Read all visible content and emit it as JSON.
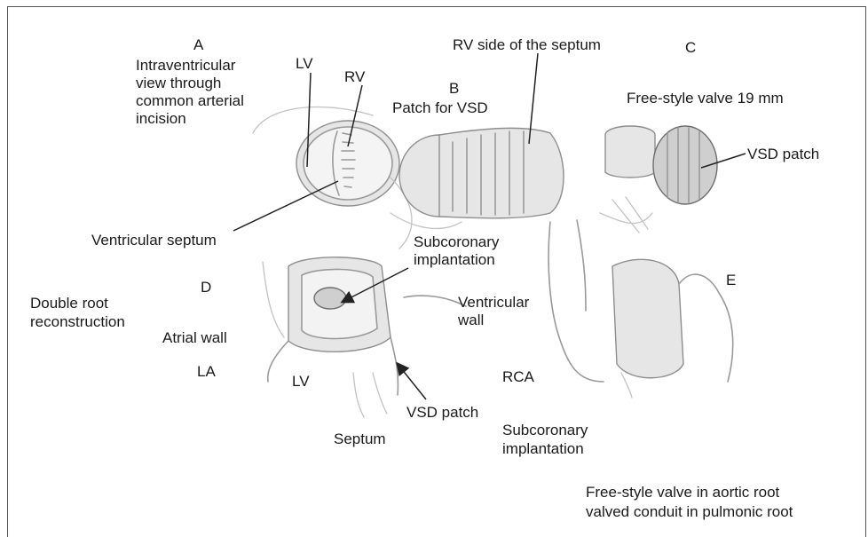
{
  "panels": {
    "a": {
      "letter": "A",
      "title_lines": [
        "Intraventricular",
        "view through",
        "common arterial",
        "incision"
      ],
      "lv": "LV",
      "rv": "RV",
      "septum": "Ventricular septum"
    },
    "b": {
      "letter": "B",
      "title": "Patch for VSD",
      "rv_side": "RV side of the septum"
    },
    "c": {
      "letter": "C",
      "title": "Free-style valve 19 mm",
      "vsd_patch": "VSD patch"
    },
    "d": {
      "letter": "D",
      "title_lines": [
        "Double root",
        "reconstruction"
      ],
      "subcoronary_lines": [
        "Subcoronary",
        "implantation"
      ],
      "ventricular_wall_lines": [
        "Ventricular",
        "wall"
      ],
      "atrial_wall": "Atrial wall",
      "la": "LA",
      "lv": "LV",
      "septum": "Septum",
      "vsd_patch": "VSD patch"
    },
    "e": {
      "letter": "E",
      "rca": "RCA",
      "subcoronary_lines": [
        "Subcoronary",
        "implantation"
      ],
      "caption_lines": [
        "Free-style valve in aortic root",
        "valved conduit in pulmonic root"
      ]
    }
  }
}
